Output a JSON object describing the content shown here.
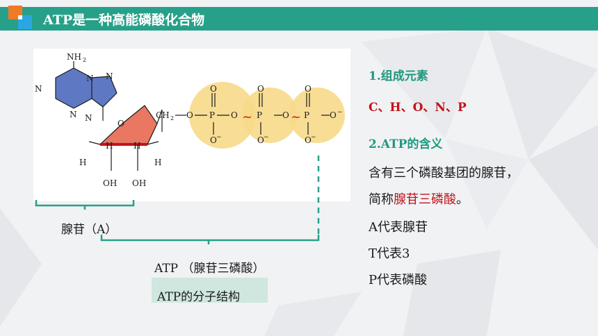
{
  "header": {
    "title": "ATP是一种高能磷酸化合物",
    "bar_color": "#27a08a"
  },
  "molecule": {
    "atoms": {
      "nh2": "NH",
      "nh2_sub": "2",
      "n": "N",
      "o": "O",
      "h": "H",
      "oh": "OH",
      "ch2": "CH",
      "ch2_sub": "2",
      "p": "P",
      "o_minus": "O",
      "minus": "−",
      "high_energy_bond": "~"
    }
  },
  "labels": {
    "adenosine": "腺苷（A）",
    "atp": "ATP （腺苷三磷酸）",
    "caption": "ATP的分子结构"
  },
  "right_panel": {
    "section1_title": "1.组成元素",
    "elements": "C、H、O、N、P",
    "section2_title": "2.ATP的含义",
    "line1": "含有三个磷酸基团的腺苷，",
    "line2_prefix": "简称",
    "line2_highlight": "腺苷三磷酸",
    "line2_suffix": "。",
    "line3": "A代表腺苷",
    "line4": "T代表3",
    "line5": "P代表磷酸"
  },
  "colors": {
    "accent": "#27a08a",
    "highlight_red": "#c0141b",
    "adenine_blue": "#5e78c4",
    "ribose_red": "#e8705a",
    "phosphate_yellow": "#f7d98a"
  }
}
